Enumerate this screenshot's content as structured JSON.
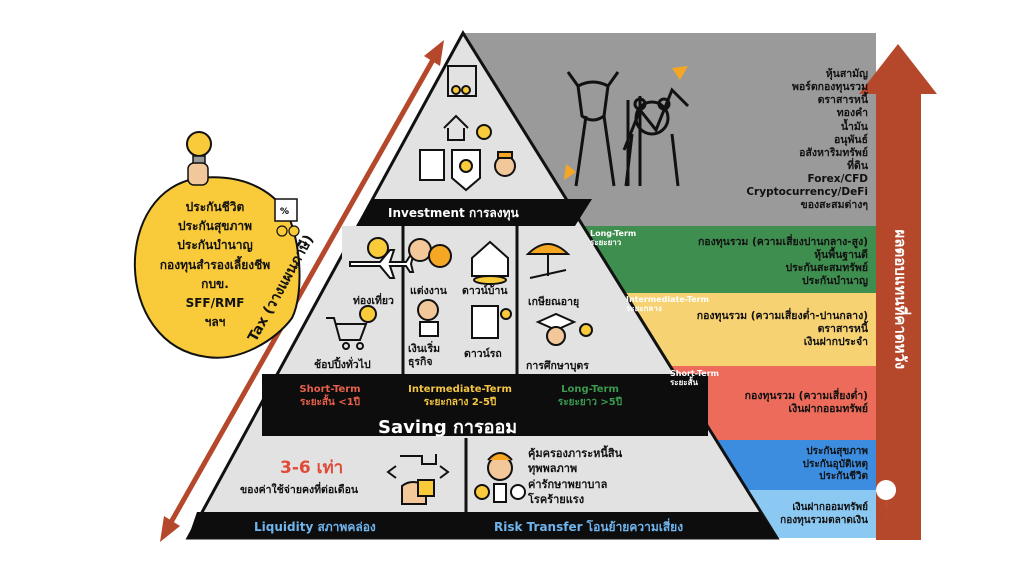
{
  "tax": {
    "title": "Tax (วางแผนภาษี)",
    "items": [
      "ประกันชีวิต",
      "ประกันสุขภาพ",
      "ประกันบำนาญ",
      "กองทุนสำรองเลี้ยงชีพ",
      "กบข.",
      "SFF/RMF",
      "ฯลฯ"
    ]
  },
  "investment": {
    "bar_label": "Investment การลงทุน",
    "assets": [
      "หุ้นสามัญ",
      "พอร์ตกองทุนรวม",
      "ตราสารหนี้",
      "ทองคำ",
      "น้ำมัน",
      "อนุพันธ์",
      "อสังหาริมทรัพย์",
      "ที่ดิน",
      "Forex/CFD",
      "Cryptocurrency/DeFi",
      "ของสะสมต่างๆ"
    ]
  },
  "saving": {
    "bar_label": "Saving การออม",
    "goals": {
      "travel": "ท่องเที่ยว",
      "shopping": "ช้อปปิ้งทั่วไป",
      "wedding": "แต่งงาน",
      "house_down": "ดาวน์บ้าน",
      "business": "เงินเริ่มธุรกิจ",
      "car_down": "ดาวน์รถ",
      "retire": "เกษียณอายุ",
      "education": "การศึกษาบุตร"
    },
    "terms": [
      {
        "en": "Short-Term",
        "th": "ระยะสั้น <1ปี",
        "color": "#e8604c"
      },
      {
        "en": "Intermediate-Term",
        "th": "ระยะกลาง 2-5ปี",
        "color": "#f4c542"
      },
      {
        "en": "Long-Term",
        "th": "ระยะยาว >5ปี",
        "color": "#3a9a4f"
      }
    ]
  },
  "liquidity": {
    "bar_label": "Liquidity สภาพคล่อง",
    "headline": "3-6 เท่า",
    "sub": "ของค่าใช้จ่ายคงที่ต่อเดือน"
  },
  "risk": {
    "bar_label": "Risk Transfer โอนย้ายความเสี่ยง",
    "items": [
      "คุ้มครองภาระหนี้สิน",
      "ทุพพลภาพ",
      "ค่ารักษาพยาบาล",
      "โรคร้ายแรง"
    ]
  },
  "bands": {
    "long": {
      "en": "Long-Term",
      "th": "ระยะยาว",
      "items": [
        "กองทุนรวม (ความเสี่ยงปานกลาง-สูง)",
        "หุ้นพื้นฐานดี",
        "ประกันสะสมทรัพย์",
        "ประกันบำนาญ"
      ],
      "color": "#3e8e4f"
    },
    "intermediate": {
      "en": "Intermediate-Term",
      "th": "ระยะกลาง",
      "items": [
        "กองทุนรวม (ความเสี่ยงต่ำ-ปานกลาง)",
        "ตราสารหนี้",
        "เงินฝากประจำ"
      ],
      "color": "#f7d273"
    },
    "short": {
      "en": "Short-Term",
      "th": "ระยะสั้น",
      "items": [
        "กองทุนรวม (ความเสี่ยงต่ำ)",
        "เงินฝากออมทรัพย์"
      ],
      "color": "#ec6b5b"
    },
    "insurance": {
      "items": [
        "ประกันสุขภาพ",
        "ประกันอุบัติเหตุ",
        "ประกันชีวิต"
      ],
      "color": "#3c8de0"
    },
    "cash": {
      "items": [
        "เงินฝากออมทรัพย์",
        "กองทุนรวมตลาดเงิน"
      ],
      "color": "#8cc9f2"
    }
  },
  "vertical_arrow_label": "ผลตอบแทนที่คาดหวัง",
  "colors": {
    "investment_gray": "#9a9a9a",
    "pyramid_fill": "#e2e2e2",
    "bar_black": "#0d0d0d",
    "arrow_brown": "#b5472b",
    "tax_yellow": "#f9cb3a",
    "liquidity_title": "#6fb4ec",
    "risk_title": "#6fb4ec"
  }
}
